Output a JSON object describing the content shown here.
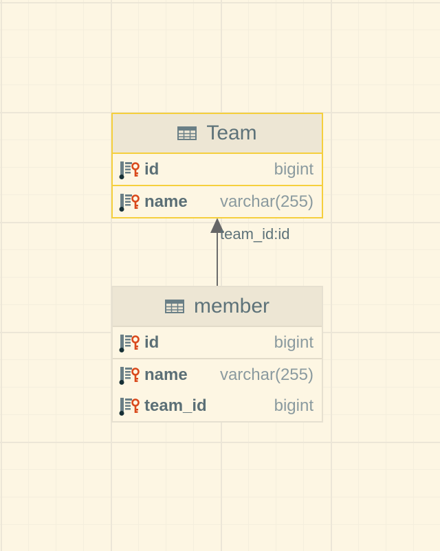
{
  "tables": [
    {
      "name": "Team",
      "columns": [
        {
          "name": "id",
          "type": "bigint"
        },
        {
          "name": "name",
          "type": "varchar(255)"
        }
      ]
    },
    {
      "name": "member",
      "columns": [
        {
          "name": "id",
          "type": "bigint"
        },
        {
          "name": "name",
          "type": "varchar(255)"
        },
        {
          "name": "team_id",
          "type": "bigint"
        }
      ]
    }
  ],
  "relation": {
    "from": "member",
    "to": "Team",
    "label": "team_id:id"
  },
  "colors": {
    "background": "#fdf6e3",
    "selected_border": "#f5cf3c",
    "header": "#ede6d4",
    "text": "#5b6f76",
    "type_text": "#8a9a9f",
    "key_icon": "#d9491c"
  },
  "icons": {
    "table": "table-grid-icon",
    "column": "primary-key-column-icon"
  }
}
